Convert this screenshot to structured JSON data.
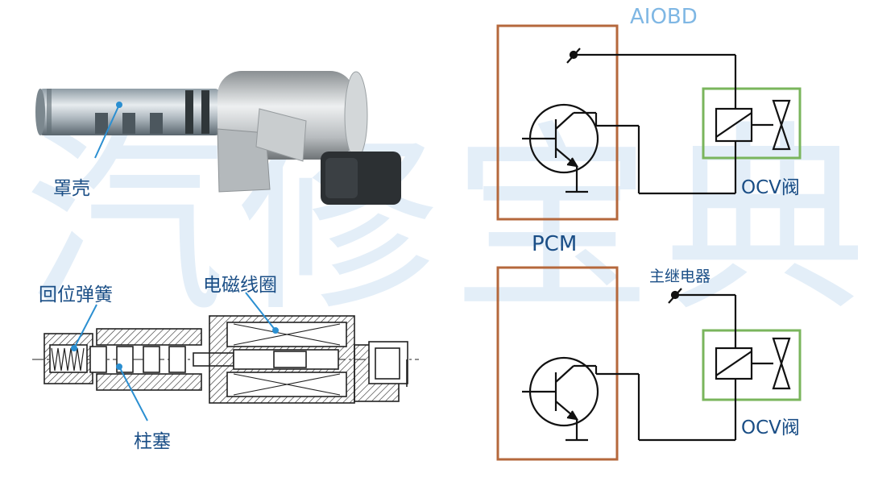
{
  "watermark": "汽修宝典",
  "labels": {
    "housing": "罩壳",
    "return_spring": "回位弹簧",
    "solenoid_coil": "电磁线圈",
    "plunger": "柱塞",
    "source": "AIOBD",
    "pcm": "PCM",
    "main_relay": "主继电器",
    "ocv_top": "OCV阀",
    "ocv_bottom": "OCV阀"
  },
  "colors": {
    "pcm_box": "#b5683c",
    "ocv_box": "#7ab55c",
    "label_dark": "#1a4e86",
    "label_blue": "#2b8fd1",
    "watermark": "#e3eef8"
  }
}
